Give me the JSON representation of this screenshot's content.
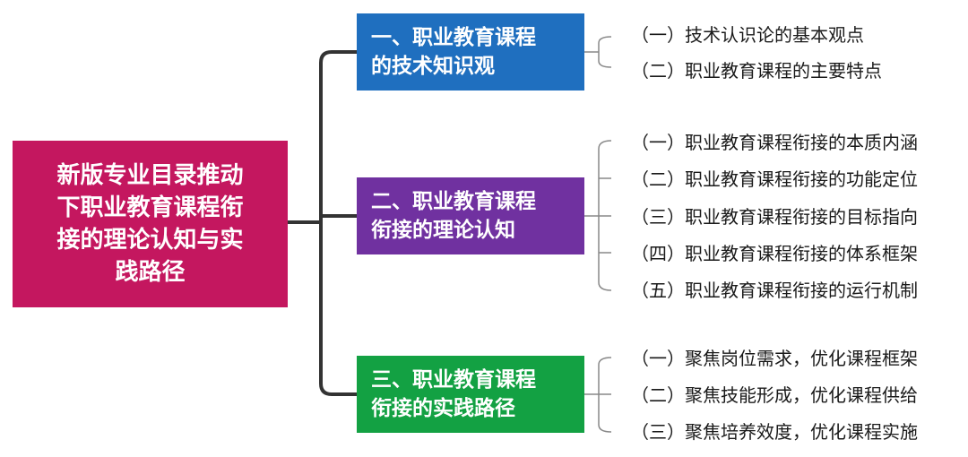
{
  "root": {
    "title": "新版专业目录推动\n下职业教育课程衔\n接的理论认知与实\n践路径"
  },
  "branches": [
    {
      "title": "一、职业教育课程\n的技术知识观",
      "color": "#1F6FBF",
      "items": [
        "（一）技术认识论的基本观点",
        "（二）职业教育课程的主要特点"
      ]
    },
    {
      "title": "二、职业教育课程\n衔接的理论认知",
      "color": "#7031A0",
      "items": [
        "（一）职业教育课程衔接的本质内涵",
        "（二）职业教育课程衔接的功能定位",
        "（三）职业教育课程衔接的目标指向",
        "（四）职业教育课程衔接的体系框架",
        "（五）职业教育课程衔接的运行机制"
      ]
    },
    {
      "title": "三、职业教育课程\n衔接的实践路径",
      "color": "#13A143",
      "items": [
        "（一）聚焦岗位需求，优化课程框架",
        "（二）聚焦技能形成，优化课程供给",
        "（三）聚焦培养效度，优化课程实施"
      ]
    }
  ],
  "colors": {
    "root": "#C4175F",
    "connector": "#333333",
    "bracket": "#888888"
  }
}
